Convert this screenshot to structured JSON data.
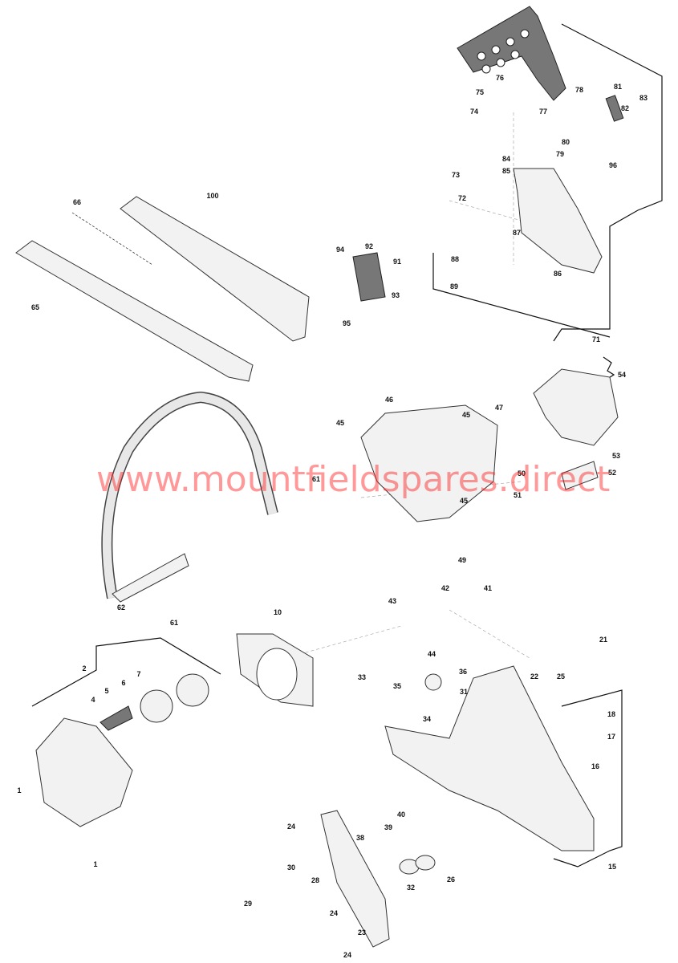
{
  "diagram": {
    "title": "Chainsaw exploded parts diagram",
    "watermark": "www.mountfieldspares.direct",
    "part_labels": [
      "76",
      "75",
      "74",
      "78",
      "81",
      "83",
      "77",
      "82",
      "80",
      "79",
      "84",
      "85",
      "96",
      "73",
      "72",
      "87",
      "88",
      "86",
      "89",
      "71",
      "66",
      "100",
      "65",
      "94",
      "92",
      "91",
      "93",
      "95",
      "54",
      "46",
      "47",
      "45",
      "45",
      "53",
      "52",
      "50",
      "61",
      "45",
      "51",
      "49",
      "62",
      "61",
      "43",
      "42",
      "41",
      "44",
      "10",
      "2",
      "7",
      "6",
      "5",
      "4",
      "33",
      "22",
      "21",
      "36",
      "35",
      "31",
      "25",
      "18",
      "17",
      "34",
      "16",
      "1",
      "1",
      "24",
      "38",
      "39",
      "40",
      "30",
      "28",
      "29",
      "32",
      "26",
      "15",
      "24",
      "23",
      "24"
    ]
  }
}
